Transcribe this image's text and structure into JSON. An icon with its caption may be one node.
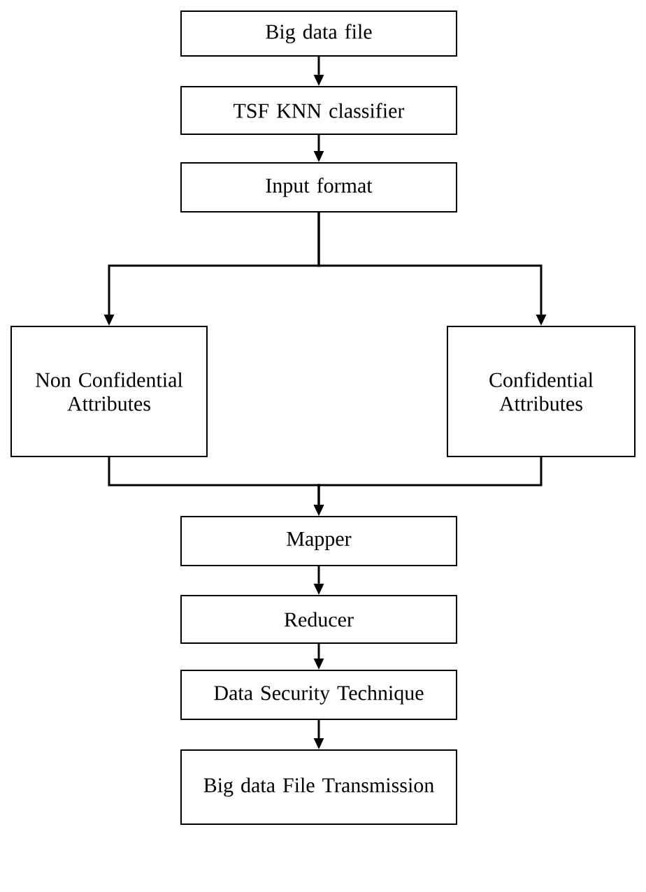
{
  "diagram": {
    "nodes": [
      {
        "text": [
          "Big data file"
        ]
      },
      {
        "text": [
          "TSF KNN classifier"
        ]
      },
      {
        "text": [
          "Input format"
        ]
      },
      {
        "text": [
          "Non Confidential Attributes"
        ]
      },
      {
        "text": [
          "Confidential Attributes"
        ]
      },
      {
        "text": [
          "Mapper"
        ]
      },
      {
        "text": [
          "Reducer"
        ]
      },
      {
        "text": [
          "Data Security Technique"
        ]
      },
      {
        "text": [
          "Big data File Transmission"
        ]
      }
    ],
    "edges": [
      {
        "from": 0,
        "to": 1,
        "arrow": "to"
      },
      {
        "from": 1,
        "to": 2,
        "arrow": "to"
      },
      {
        "from": 2,
        "to": 3,
        "arrow": "to"
      },
      {
        "from": 2,
        "to": 4,
        "arrow": "to"
      },
      {
        "from": 3,
        "to": 5,
        "arrow": "to"
      },
      {
        "from": 4,
        "to": 5,
        "arrow": "to"
      },
      {
        "from": 5,
        "to": 6,
        "arrow": "to"
      },
      {
        "from": 6,
        "to": 7,
        "arrow": "to"
      },
      {
        "from": 7,
        "to": 8,
        "arrow": "to"
      }
    ]
  }
}
